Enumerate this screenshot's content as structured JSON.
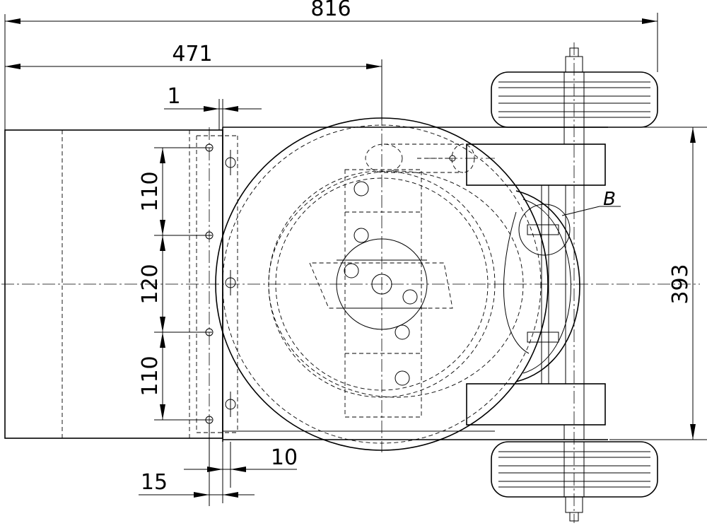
{
  "dimensions": {
    "overall_length": "816",
    "front_to_axis": "471",
    "offset_small": "1",
    "spacing_top": "110",
    "spacing_middle": "120",
    "spacing_bottom": "110",
    "left_margin": "15",
    "plate_thickness": "10",
    "width": "393"
  },
  "callouts": {
    "detail_b": "B"
  }
}
